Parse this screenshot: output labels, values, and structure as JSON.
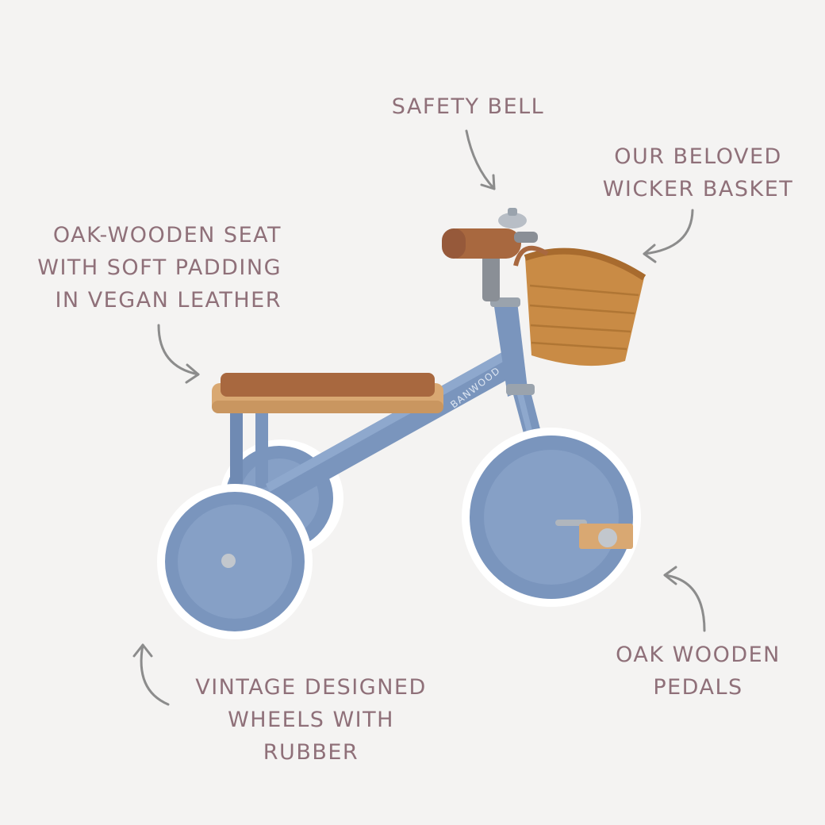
{
  "callouts": {
    "bell": "SAFETY BELL",
    "basket": "OUR BELOVED\nWICKER BASKET",
    "seat": "OAK-WOODEN SEAT\nWITH SOFT PADDING\nIN VEGAN LEATHER",
    "wheels": "VINTAGE DESIGNED\nWHEELS WITH RUBBER",
    "pedals": "OAK WOODEN\nPEDALS"
  },
  "frame_logo": "BANWOOD",
  "colors": {
    "background": "#f4f3f2",
    "text": "#8f7079",
    "arrow": "#8c8c8c",
    "frame_blue": "#7a95bd",
    "wood": "#d9a872",
    "leather": "#a8683f",
    "wicker": "#c98b45"
  }
}
